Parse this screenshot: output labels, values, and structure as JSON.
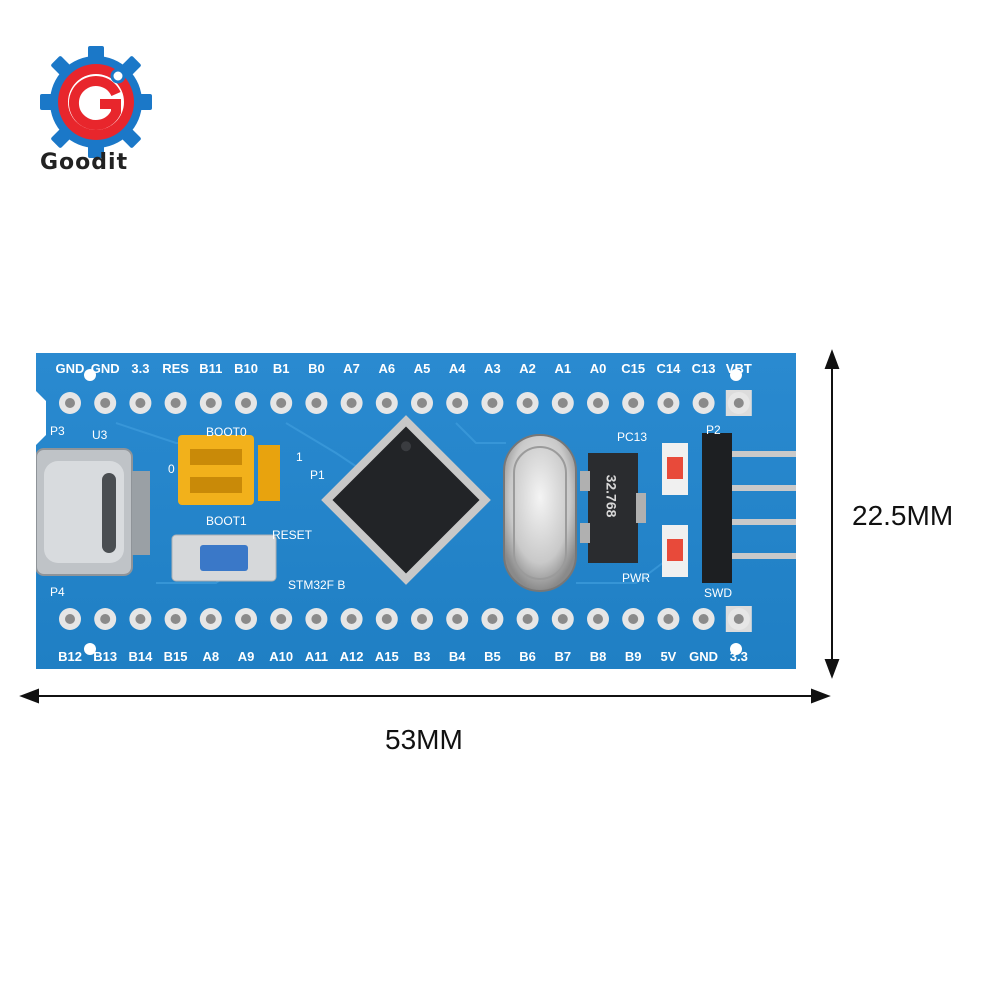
{
  "brand": {
    "name": "Goodit",
    "colors": {
      "red": "#e8262c",
      "blue": "#1b78c8"
    }
  },
  "board": {
    "pcb_color": "#1f7fc4",
    "top_pins": [
      "GND",
      "GND",
      "3.3",
      "RES",
      "B11",
      "B10",
      "B1",
      "B0",
      "A7",
      "A6",
      "A5",
      "A4",
      "A3",
      "A2",
      "A1",
      "A0",
      "C15",
      "C14",
      "C13",
      "VBT"
    ],
    "bottom_pins": [
      "B12",
      "B13",
      "B14",
      "B15",
      "A8",
      "A9",
      "A10",
      "A11",
      "A12",
      "A15",
      "B3",
      "B4",
      "B5",
      "B6",
      "B7",
      "B8",
      "B9",
      "5V",
      "GND",
      "3.3"
    ],
    "silkscreen": {
      "p3": "P3",
      "u3": "U3",
      "p4": "P4",
      "boot0": "BOOT0",
      "boot1": "BOOT1",
      "reset": "RESET",
      "p1": "P1",
      "chip": "STM32F B",
      "pc13": "PC13",
      "pwr": "PWR",
      "p2": "P2",
      "swd": "SWD",
      "crystal": "32.768",
      "jumper_one": "1",
      "jumper_zero": "0"
    }
  },
  "dimensions": {
    "height": "22.5MM",
    "width": "53MM"
  }
}
